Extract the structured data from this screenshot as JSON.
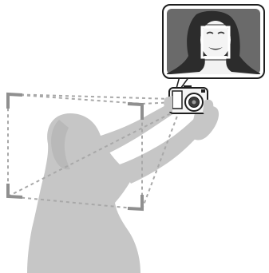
{
  "illustration": {
    "subject": "selfie-with-compact-camera",
    "feature_shown": "face-detection",
    "icons": [
      "person-silhouette",
      "camera-icon",
      "face-detection-frame-icon",
      "framing-bracket-icon"
    ]
  },
  "colors": {
    "silhouette": "#c6c6c6",
    "silhouette_dark": "#b4b4b4",
    "frame_lines": "#a8a8a8",
    "bracket": "#8f8f8f",
    "screen_bg": "#6a6a6a",
    "screen_border": "#2a2a2a",
    "face_frame": "#ffffff",
    "camera_body": "#f4f4f4",
    "camera_outline": "#1e1e1e"
  }
}
